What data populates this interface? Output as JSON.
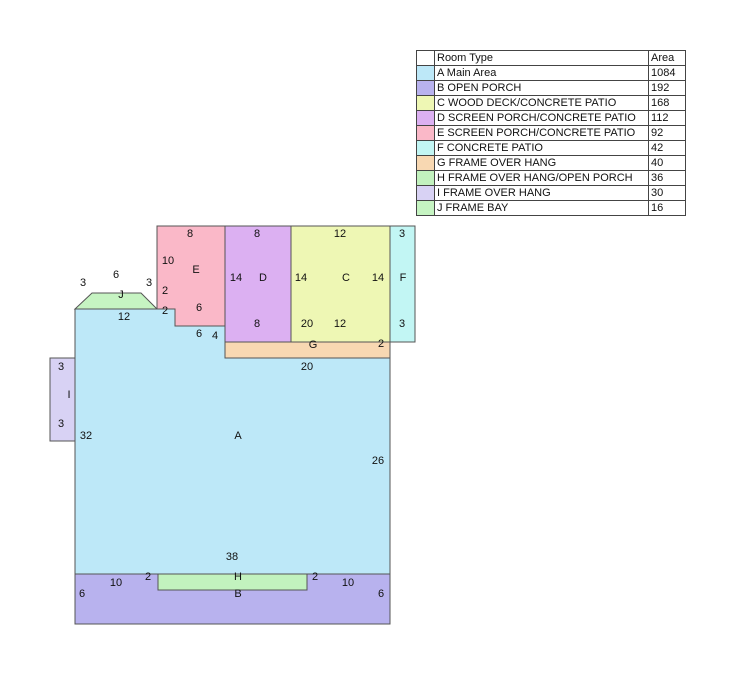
{
  "legend": {
    "header": {
      "type": "Room Type",
      "area": "Area"
    },
    "rows": [
      {
        "label": "A Main Area",
        "area": "1084",
        "color": "#bde8f8"
      },
      {
        "label": "B OPEN PORCH",
        "area": "192",
        "color": "#b8b2ee"
      },
      {
        "label": "C WOOD DECK/CONCRETE PATIO",
        "area": "168",
        "color": "#eef7b4"
      },
      {
        "label": "D SCREEN PORCH/CONCRETE PATIO",
        "area": "112",
        "color": "#dcb0f2"
      },
      {
        "label": "E SCREEN PORCH/CONCRETE PATIO",
        "area": "92",
        "color": "#fab8c8"
      },
      {
        "label": "F CONCRETE PATIO",
        "area": "42",
        "color": "#c2f6f4"
      },
      {
        "label": "G FRAME OVER HANG",
        "area": "40",
        "color": "#f8d8b2"
      },
      {
        "label": "H FRAME OVER HANG/OPEN PORCH",
        "area": "36",
        "color": "#c2f2be"
      },
      {
        "label": "I FRAME OVER HANG",
        "area": "30",
        "color": "#d8d2f4"
      },
      {
        "label": "J FRAME BAY",
        "area": "16",
        "color": "#c6f4c2"
      }
    ]
  },
  "rooms": {
    "A": {
      "letter": "A",
      "color": "#bde8f8"
    },
    "B": {
      "letter": "B",
      "color": "#b8b2ee"
    },
    "C": {
      "letter": "C",
      "color": "#eef7b4"
    },
    "D": {
      "letter": "D",
      "color": "#dcb0f2"
    },
    "E": {
      "letter": "E",
      "color": "#fab8c8"
    },
    "F": {
      "letter": "F",
      "color": "#c2f6f4"
    },
    "G": {
      "letter": "G",
      "color": "#f8d8b2"
    },
    "H": {
      "letter": "H",
      "color": "#c2f2be"
    },
    "I": {
      "letter": "I",
      "color": "#d8d2f4"
    },
    "J": {
      "letter": "J",
      "color": "#c6f4c2"
    }
  },
  "dims": {
    "e_top": "8",
    "e_left": "10",
    "e_bottom": "6",
    "e_notch_side": "2",
    "e_notch_bottom": "2",
    "d_top": "8",
    "d_left": "14",
    "d_bottom": "8",
    "c_top": "12",
    "c_left": "14",
    "c_right": "14",
    "c_bottom_a": "20",
    "c_bottom_b": "12",
    "f_top": "3",
    "f_bottom": "3",
    "g_side": "2",
    "g_bottom": "20",
    "step_a": "6",
    "step_b": "4",
    "j_left": "3",
    "j_top": "6",
    "j_right": "3",
    "j_bottom": "12",
    "i_top": "3",
    "i_bottom": "3",
    "a_left": "32",
    "a_right": "26",
    "a_bottom": "38",
    "b_left_top": "10",
    "b_left_side": "6",
    "b_right_top": "10",
    "b_right_side": "6",
    "h_left": "2",
    "h_right": "2"
  }
}
